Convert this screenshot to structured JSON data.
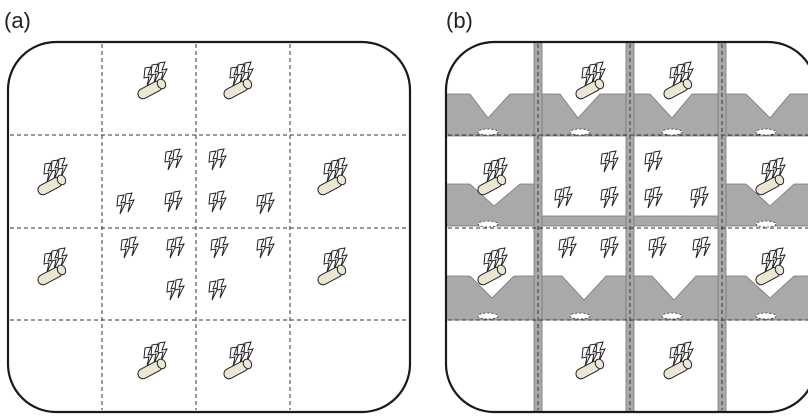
{
  "panels": [
    {
      "label": "(a)",
      "icon_groups": 18
    },
    {
      "label": "(b)",
      "icon_groups": 18
    }
  ],
  "colors": {
    "outline": "#1a1a1a",
    "grid_dash": "#333333",
    "wall_fill": "#a9a9a9",
    "wall_edge": "#777777",
    "cylinder_fill": "#ece7d4",
    "background": "#ffffff"
  },
  "icons": {
    "lightning": "lightning-bolt-icon",
    "cylinder": "cylinder-icon"
  }
}
